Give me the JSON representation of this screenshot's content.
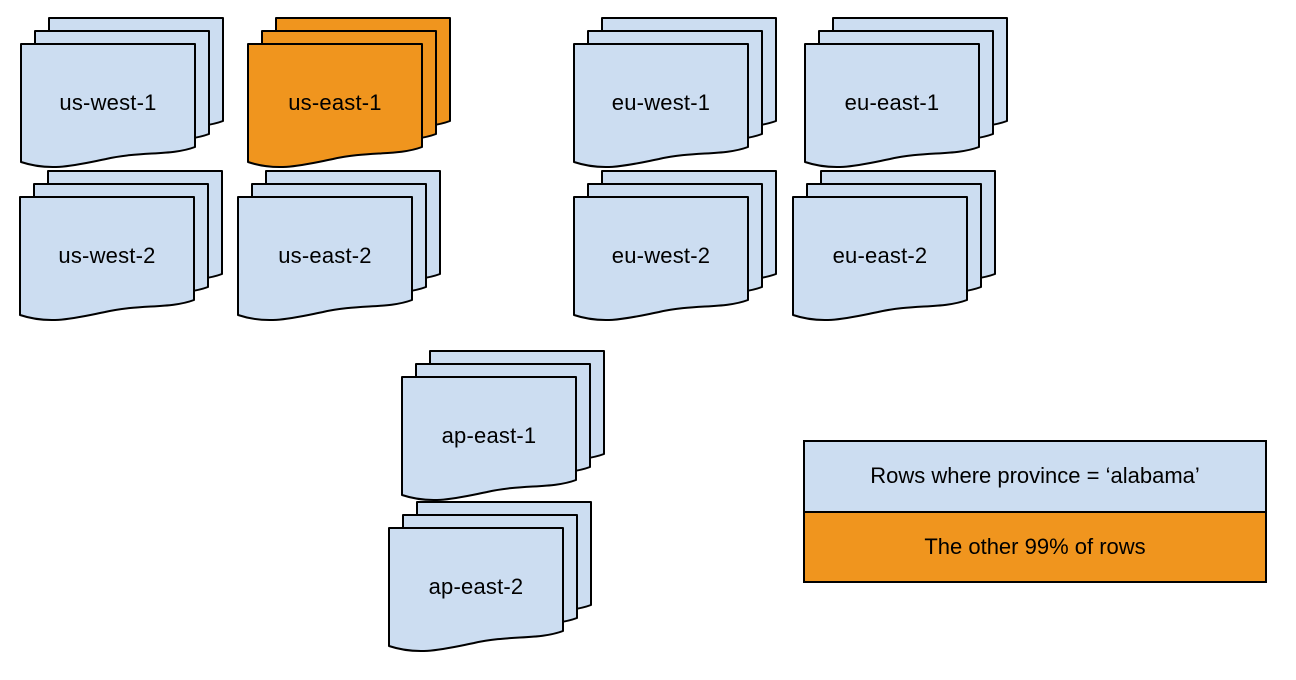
{
  "colors": {
    "background": "#ffffff",
    "page_fill": "#ccddf1",
    "highlight_fill": "#f0951e",
    "stroke": "#000000",
    "text": "#000000"
  },
  "stacks": [
    {
      "id": "us-west-1",
      "label": "us-west-1",
      "highlighted": false
    },
    {
      "id": "us-east-1",
      "label": "us-east-1",
      "highlighted": true
    },
    {
      "id": "eu-west-1",
      "label": "eu-west-1",
      "highlighted": false
    },
    {
      "id": "eu-east-1",
      "label": "eu-east-1",
      "highlighted": false
    },
    {
      "id": "us-west-2",
      "label": "us-west-2",
      "highlighted": false
    },
    {
      "id": "us-east-2",
      "label": "us-east-2",
      "highlighted": false
    },
    {
      "id": "eu-west-2",
      "label": "eu-west-2",
      "highlighted": false
    },
    {
      "id": "eu-east-2",
      "label": "eu-east-2",
      "highlighted": false
    },
    {
      "id": "ap-east-1",
      "label": "ap-east-1",
      "highlighted": false
    },
    {
      "id": "ap-east-2",
      "label": "ap-east-2",
      "highlighted": false
    }
  ],
  "legend": {
    "items": [
      {
        "label": "Rows where province = ‘alabama’",
        "color": "#ccddf1"
      },
      {
        "label": "The other 99% of rows",
        "color": "#f0951e"
      }
    ]
  }
}
